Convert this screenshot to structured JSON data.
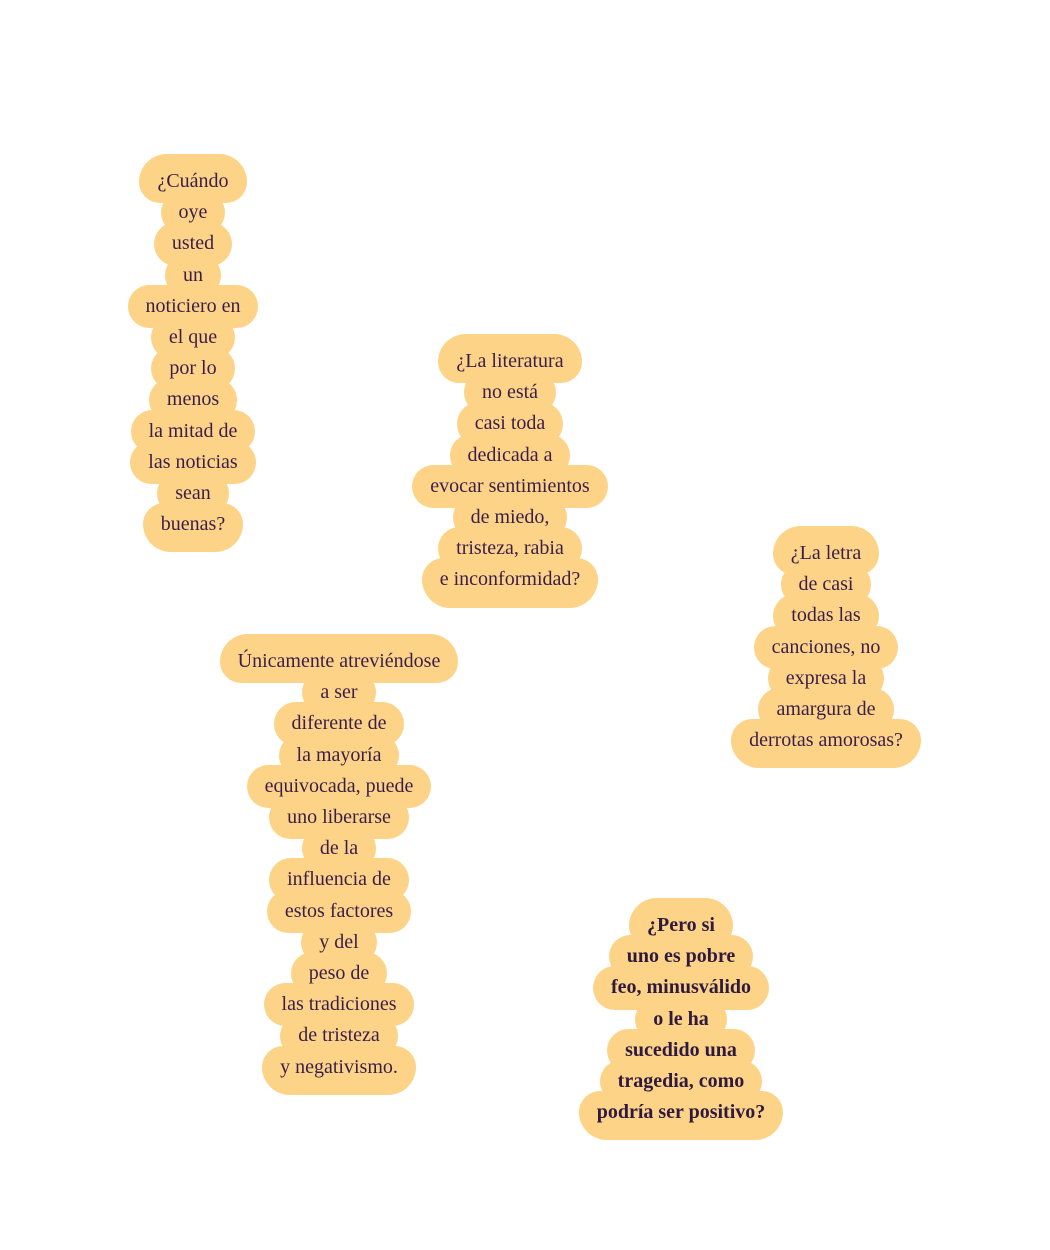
{
  "bubbles": [
    {
      "lines": [
        "¿Cuándo",
        "oye",
        "usted",
        "un",
        "noticiero en",
        "el que",
        "por lo",
        "menos",
        "la mitad de",
        "las noticias",
        "sean",
        "buenas?"
      ]
    },
    {
      "lines": [
        "¿La literatura",
        "no está",
        "casi toda",
        "dedicada a",
        "evocar sentimientos",
        "de miedo,",
        "tristeza, rabia",
        "e inconformidad?"
      ]
    },
    {
      "lines": [
        "¿La letra",
        "de casi",
        "todas las",
        "canciones, no",
        "expresa la",
        "amargura de",
        "derrotas amorosas?"
      ]
    },
    {
      "lines": [
        "Únicamente atreviéndose",
        "a ser",
        "diferente de",
        "la mayoría",
        "equivocada, puede",
        "uno liberarse",
        "de la",
        "influencia de",
        "estos factores",
        "y del",
        "peso de",
        "las tradiciones",
        "de tristeza",
        "y negativismo."
      ]
    },
    {
      "lines": [
        "¿Pero si",
        "uno es pobre",
        "feo, minusválido",
        "o le ha",
        "sucedido una",
        "tragedia, como",
        "podría ser positivo?"
      ]
    }
  ],
  "colors": {
    "bubble_fill": "#fdd388",
    "text": "#3a1e4a",
    "background": "#ffffff"
  }
}
